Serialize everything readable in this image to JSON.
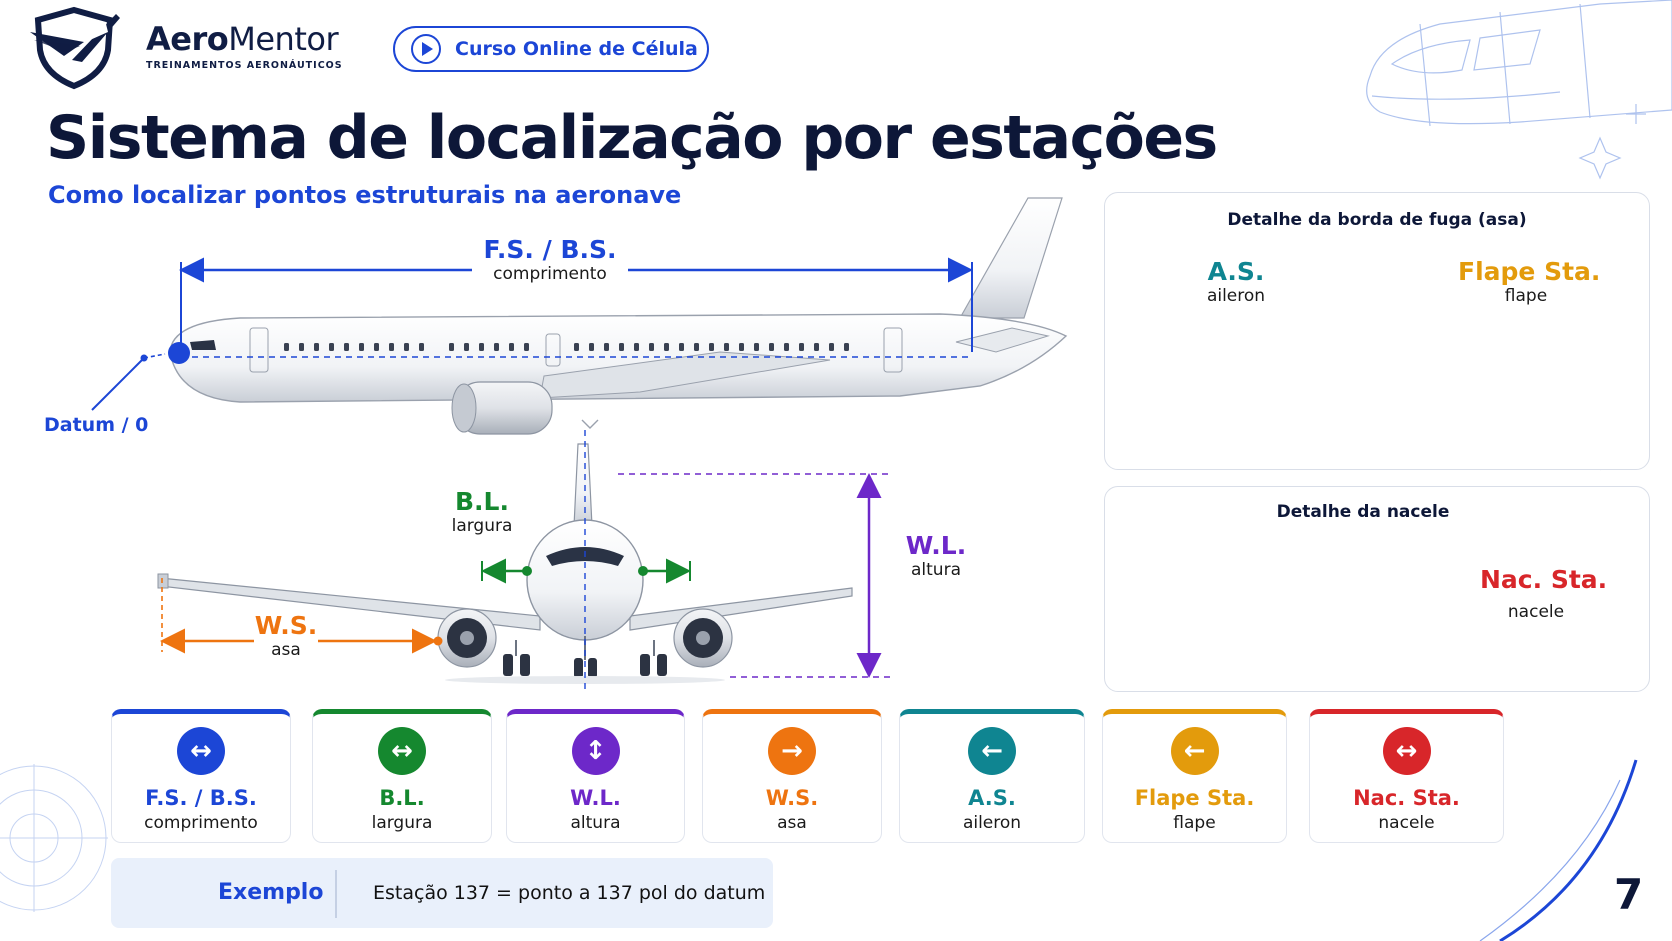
{
  "brand": {
    "name_bold": "Aero",
    "name_light": "Mentor",
    "tagline": "TREINAMENTOS AERONÁUTICOS"
  },
  "course": {
    "label": "Curso Online de Célula"
  },
  "title": "Sistema de localização por estações",
  "subtitle": "Como localizar pontos estruturais na aeronave",
  "side_view": {
    "fs": {
      "code": "F.S. / B.S.",
      "desc": "comprimento"
    },
    "datum": "Datum / 0"
  },
  "front_view": {
    "bl": {
      "code": "B.L.",
      "desc": "largura"
    },
    "wl": {
      "code": "W.L.",
      "desc": "altura"
    },
    "ws": {
      "code": "W.S.",
      "desc": "asa"
    }
  },
  "wing_panel": {
    "title": "Detalhe da borda de fuga (asa)",
    "as": {
      "code": "A.S.",
      "desc": "aileron"
    },
    "flap": {
      "code": "Flape Sta.",
      "desc": "flape"
    }
  },
  "nacelle_panel": {
    "title": "Detalhe da nacele",
    "nac": {
      "code": "Nac. Sta.",
      "desc": "nacele"
    }
  },
  "cards": [
    {
      "title": "F.S. / B.S.",
      "sub": "comprimento",
      "color": "#1c46d6",
      "icon": "double-arrow-horizontal-icon"
    },
    {
      "title": "B.L.",
      "sub": "largura",
      "color": "#15882f",
      "icon": "double-arrow-horizontal-icon"
    },
    {
      "title": "W.L.",
      "sub": "altura",
      "color": "#6d28c9",
      "icon": "double-arrow-vertical-icon"
    },
    {
      "title": "W.S.",
      "sub": "asa",
      "color": "#ee7410",
      "icon": "arrow-right-icon"
    },
    {
      "title": "A.S.",
      "sub": "aileron",
      "color": "#0f8591",
      "icon": "arrow-left-icon"
    },
    {
      "title": "Flape Sta.",
      "sub": "flape",
      "color": "#e39b0c",
      "icon": "arrow-left-icon"
    },
    {
      "title": "Nac. Sta.",
      "sub": "nacele",
      "color": "#d8262a",
      "icon": "double-arrow-horizontal-icon"
    }
  ],
  "example": {
    "label": "Exemplo",
    "text": "Estação 137 = ponto a 137 pol do datum"
  },
  "page_number": "7",
  "colors": {
    "blue": "#1c46d6",
    "green": "#15882f",
    "purple": "#6d28c9",
    "orange": "#ee7410",
    "teal": "#0f8591",
    "gold": "#e39b0c",
    "red": "#d8262a",
    "navy": "#0d1738"
  }
}
